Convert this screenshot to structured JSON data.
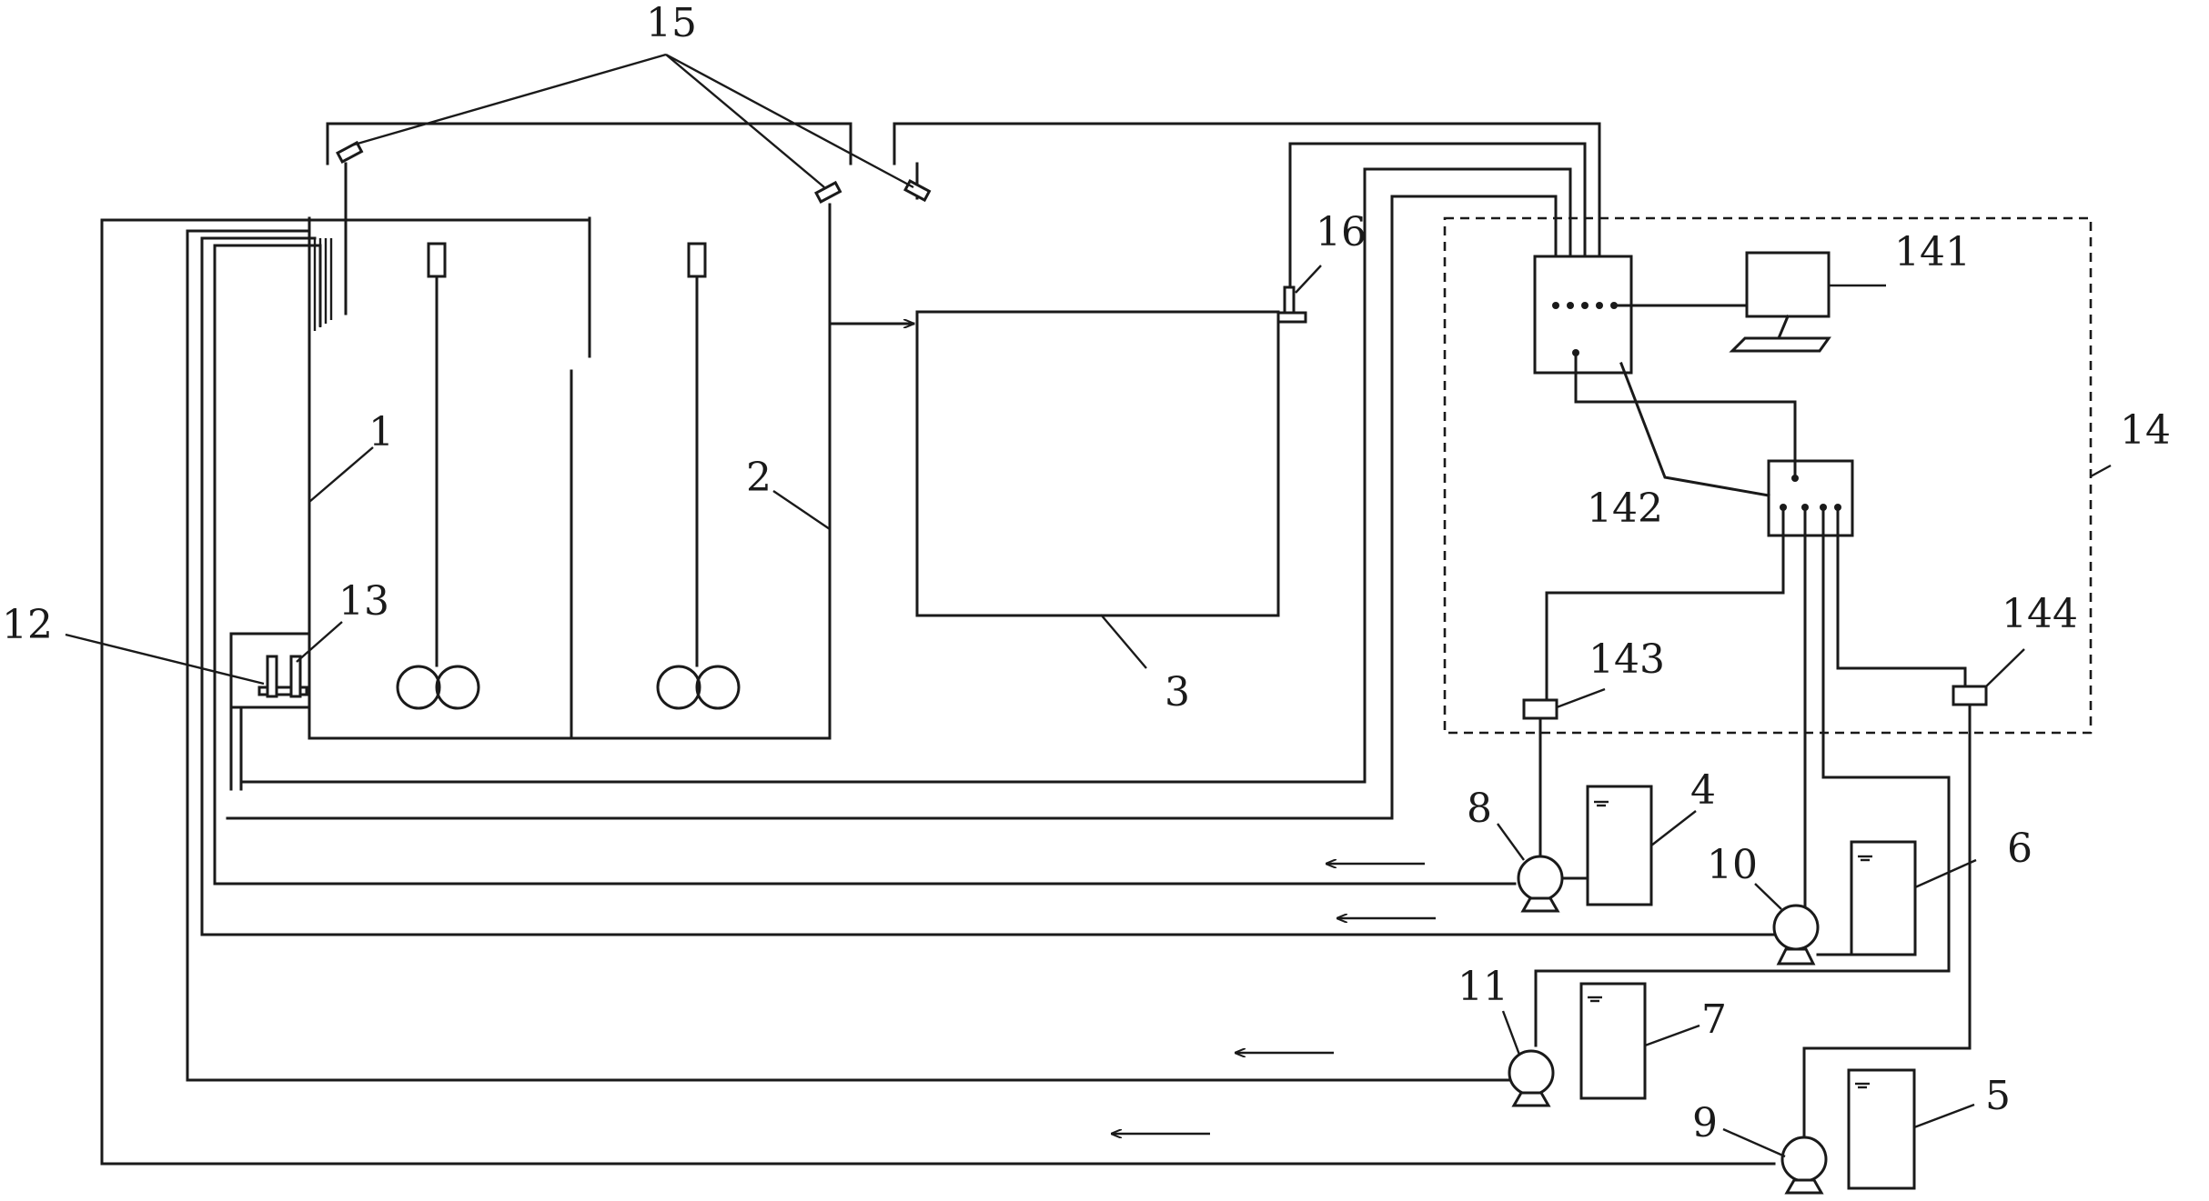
{
  "labels": {
    "l1": "1",
    "l2": "2",
    "l3": "3",
    "l4": "4",
    "l5": "5",
    "l6": "6",
    "l7": "7",
    "l8": "8",
    "l9": "9",
    "l10": "10",
    "l11": "11",
    "l12": "12",
    "l13": "13",
    "l14": "14",
    "l15": "15",
    "l16": "16",
    "l141": "141",
    "l142": "142",
    "l143": "143",
    "l144": "144"
  }
}
